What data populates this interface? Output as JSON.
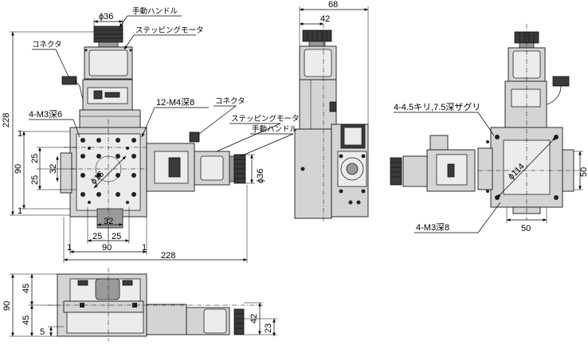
{
  "labels": {
    "handwheel": "手動ハンドル",
    "stepping_motor": "ステッピングモータ",
    "connector": "コネクタ"
  },
  "top_view": {
    "dim_handle_dia": "ϕ36",
    "dim_center_dia": "ϕ16",
    "tap_m3": "4-M3深6",
    "tap_m4": "12-M4深8",
    "dim_overall_h": "228",
    "dim_stage": "90",
    "dim_pitch": "25",
    "dim_hole": "32",
    "dim_offset": "1"
  },
  "front_view": {
    "dim_height": "90",
    "dim_half": "45",
    "dim_small": "5",
    "dim_motor": "42",
    "dim_axis": "23"
  },
  "side_view": {
    "dim_width": "68",
    "dim_motor": "42"
  },
  "rear_view": {
    "tap_drill": "4-4.5キリ,7.5深ザグリ",
    "tap_m3": "4-M3深8",
    "dim_pcd": "ϕ114",
    "dim_flat": "50"
  }
}
